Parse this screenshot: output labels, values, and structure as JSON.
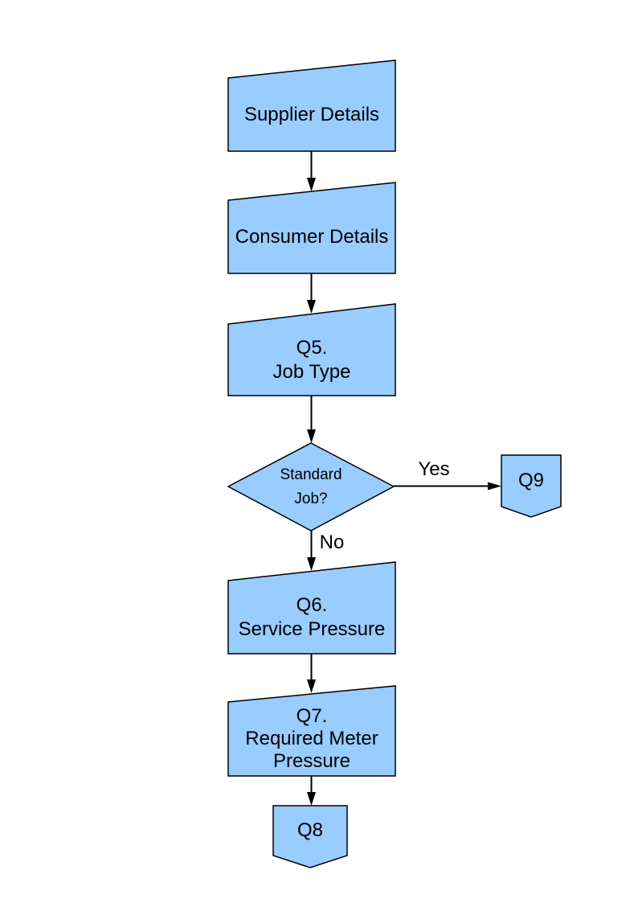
{
  "colors": {
    "node_fill": "#99CCFF",
    "node_stroke": "#000000",
    "connector": "#000000",
    "text": "#000000",
    "background": "#FFFFFF"
  },
  "nodes": [
    {
      "id": "supplier-details",
      "type": "manual-input",
      "lines": [
        "Supplier Details"
      ]
    },
    {
      "id": "consumer-details",
      "type": "manual-input",
      "lines": [
        "Consumer Details"
      ]
    },
    {
      "id": "q5-job-type",
      "type": "manual-input",
      "lines": [
        "Q5.",
        "Job Type"
      ]
    },
    {
      "id": "standard-job-decision",
      "type": "decision",
      "lines": [
        "Standard",
        "Job?"
      ]
    },
    {
      "id": "q9-offpage-connector",
      "type": "off-page-connector",
      "lines": [
        "Q9"
      ]
    },
    {
      "id": "q6-service-pressure",
      "type": "manual-input",
      "lines": [
        "Q6.",
        "Service Pressure"
      ]
    },
    {
      "id": "q7-required-meter-pressure",
      "type": "manual-input",
      "lines": [
        "Q7.",
        "Required Meter",
        "Pressure"
      ]
    },
    {
      "id": "q8-offpage-connector",
      "type": "off-page-connector",
      "lines": [
        "Q8"
      ]
    }
  ],
  "edges": [
    {
      "from": "supplier-details",
      "to": "consumer-details",
      "label": ""
    },
    {
      "from": "consumer-details",
      "to": "q5-job-type",
      "label": ""
    },
    {
      "from": "q5-job-type",
      "to": "standard-job-decision",
      "label": ""
    },
    {
      "from": "standard-job-decision",
      "to": "q9-offpage-connector",
      "label": "Yes"
    },
    {
      "from": "standard-job-decision",
      "to": "q6-service-pressure",
      "label": "No"
    },
    {
      "from": "q6-service-pressure",
      "to": "q7-required-meter-pressure",
      "label": ""
    },
    {
      "from": "q7-required-meter-pressure",
      "to": "q8-offpage-connector",
      "label": ""
    }
  ]
}
